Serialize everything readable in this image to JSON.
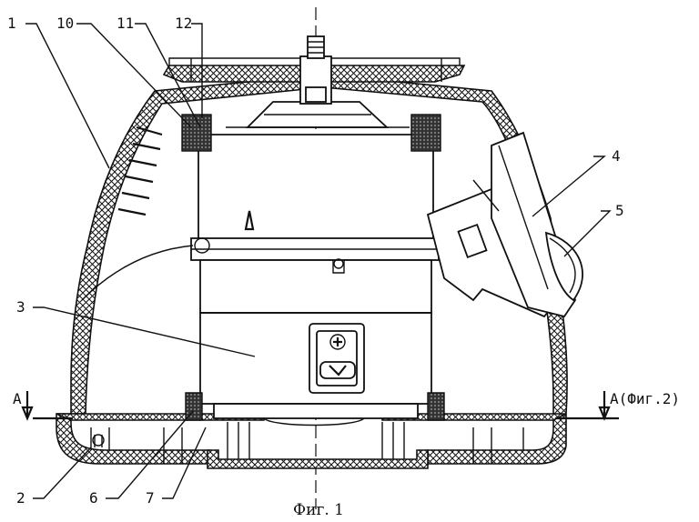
{
  "figure": {
    "caption": "Фиг. 1",
    "callouts": [
      "1",
      "10",
      "11",
      "12",
      "4",
      "5",
      "3",
      "2",
      "6",
      "7"
    ],
    "section_label_left": "A",
    "section_label_right": "A(Фиг.2)"
  }
}
